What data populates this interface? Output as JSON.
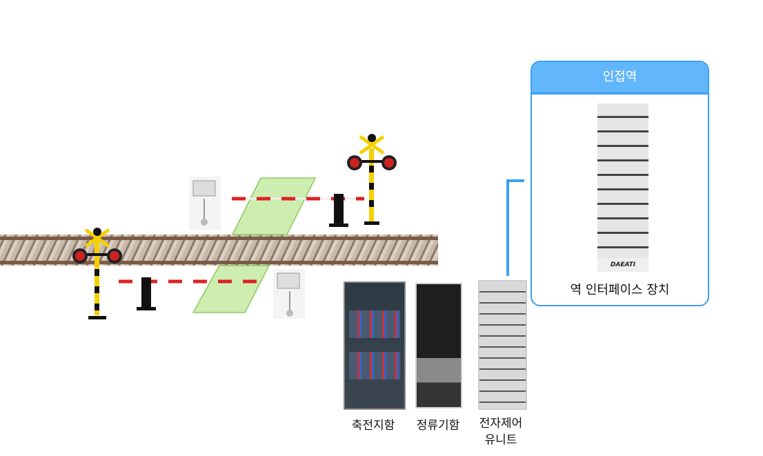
{
  "adjacent_station": {
    "title": "인접역",
    "device_label": "역 인터페이스 장치",
    "brand": "DAEATI"
  },
  "equipment": [
    {
      "label": "축전지함"
    },
    {
      "label": "정류기함"
    },
    {
      "label": "전자제어\n유니트"
    }
  ],
  "colors": {
    "accent": "#3aa0f5",
    "header": "#62b6fa",
    "crossing_zone": "#c8eaa8"
  }
}
